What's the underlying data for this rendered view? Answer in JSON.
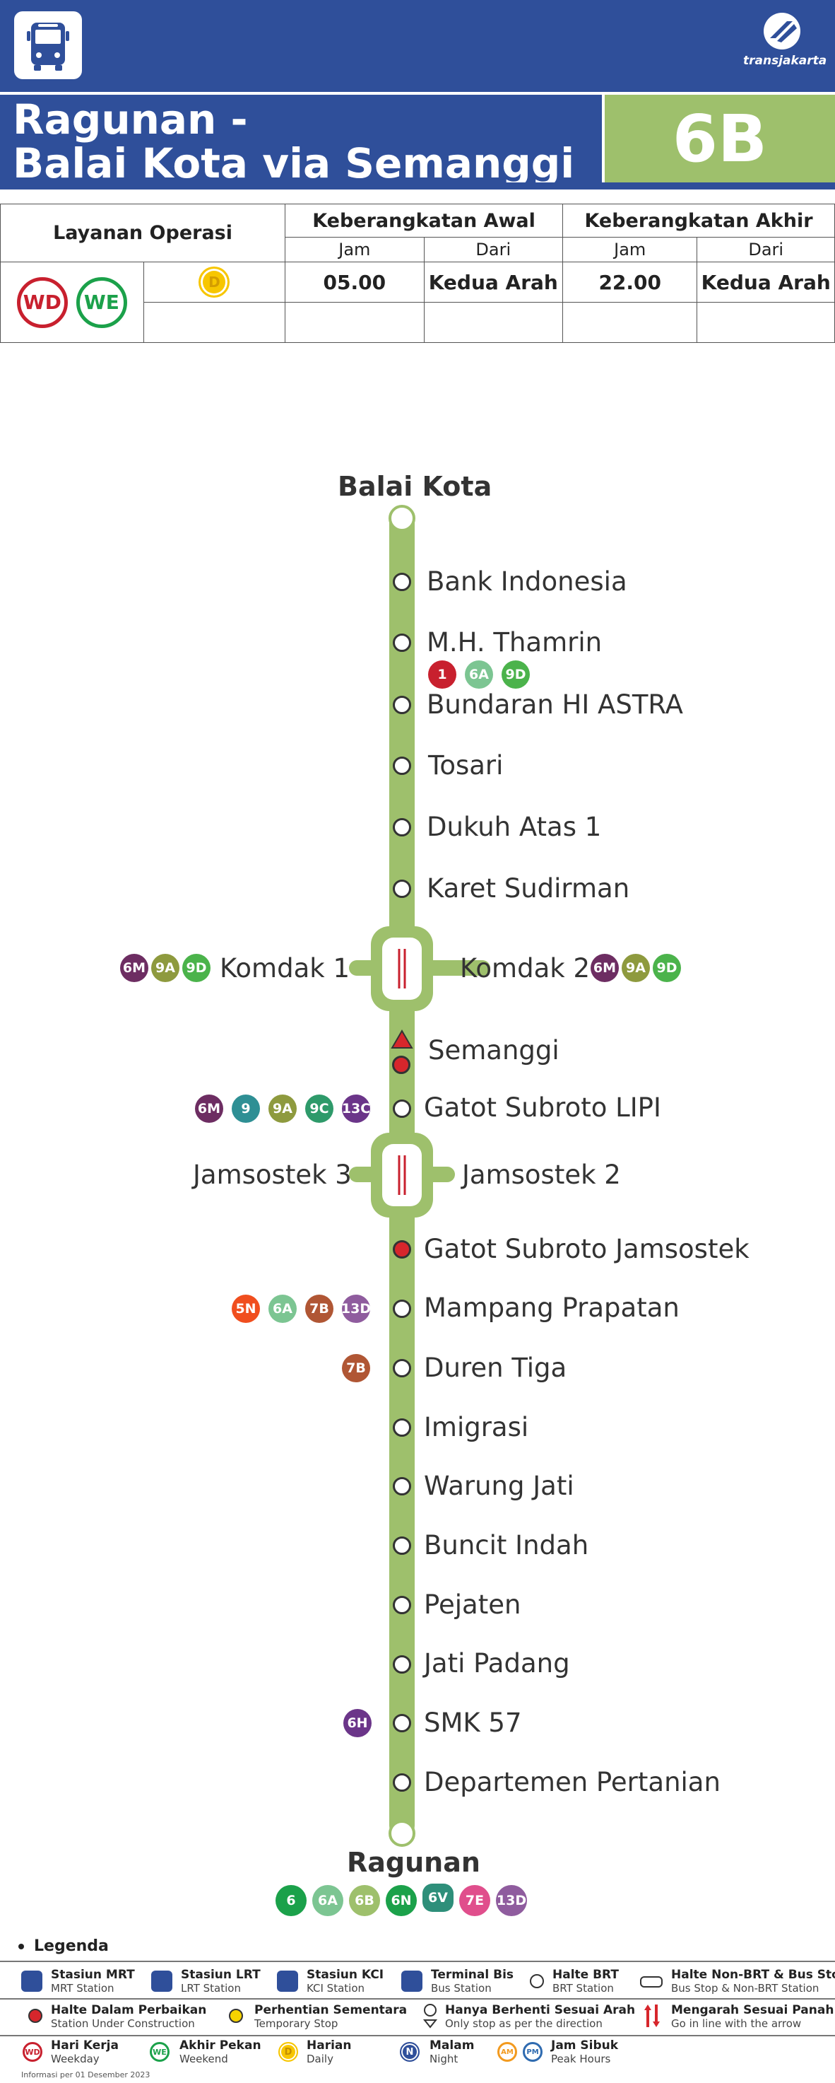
{
  "header": {
    "brand": "transjakarta",
    "title_line1": "Ragunan -",
    "title_line2": "Balai Kota via Semanggi",
    "route_code": "6B",
    "route_color": "#9ec06c",
    "brand_color": "#2f4f9a"
  },
  "schedule": {
    "service_label": "Layanan Operasi",
    "first_departure": "Keberangkatan Awal",
    "last_departure": "Keberangkatan Akhir",
    "col_time": "Jam",
    "col_from": "Dari",
    "first_time": "05.00",
    "first_from": "Kedua Arah",
    "last_time": "22.00",
    "last_from": "Kedua Arah",
    "badges": [
      "WD",
      "WE",
      "D"
    ]
  },
  "terminals": {
    "north": "Balai Kota",
    "south": "Ragunan",
    "south_routes": [
      "6",
      "6A",
      "6B",
      "6N",
      "6V",
      "7E",
      "13D"
    ]
  },
  "stations": [
    {
      "name": "Bank Indonesia"
    },
    {
      "name": "M.H. Thamrin",
      "routes": [
        "1",
        "6A",
        "9D"
      ]
    },
    {
      "name": "Bundaran HI ASTRA"
    },
    {
      "name": "Tosari"
    },
    {
      "name": "Dukuh Atas 1"
    },
    {
      "name": "Karet Sudirman"
    },
    {
      "name": "Komdak 1",
      "pair": "Komdak 2",
      "routes_left": [
        "6M",
        "9A",
        "9D"
      ],
      "routes_right": [
        "6M",
        "9A",
        "9D"
      ]
    },
    {
      "name": "Semanggi"
    },
    {
      "name": "Gatot Subroto LIPI",
      "routes": [
        "6M",
        "9",
        "9A",
        "9C",
        "13C"
      ]
    },
    {
      "name": "Jamsostek 3",
      "pair": "Jamsostek 2"
    },
    {
      "name": "Gatot Subroto Jamsostek"
    },
    {
      "name": "Mampang Prapatan",
      "routes": [
        "5N",
        "6A",
        "7B",
        "13D"
      ]
    },
    {
      "name": "Duren Tiga",
      "routes": [
        "7B"
      ]
    },
    {
      "name": "Imigrasi"
    },
    {
      "name": "Warung Jati"
    },
    {
      "name": "Buncit Indah"
    },
    {
      "name": "Pejaten"
    },
    {
      "name": "Jati Padang"
    },
    {
      "name": "SMK 57",
      "routes": [
        "6H"
      ]
    },
    {
      "name": "Departemen Pertanian"
    }
  ],
  "legend": {
    "title": "Legenda",
    "items": [
      {
        "t": "Stasiun MRT",
        "s": "MRT Station"
      },
      {
        "t": "Stasiun LRT",
        "s": "LRT Station"
      },
      {
        "t": "Stasiun KCI",
        "s": "KCI Station"
      },
      {
        "t": "Terminal Bis",
        "s": "Bus Station"
      },
      {
        "t": "Halte BRT",
        "s": "BRT Station"
      },
      {
        "t": "Halte Non-BRT & Bus Stop",
        "s": "Bus Stop & Non-BRT Station"
      },
      {
        "t": "Halte Dalam Perbaikan",
        "s": "Station Under Construction"
      },
      {
        "t": "Perhentian Sementara",
        "s": "Temporary Stop"
      },
      {
        "t": "Hanya Berhenti Sesuai Arah",
        "s": "Only stop as per the direction"
      },
      {
        "t": "Mengarah Sesuai Panah",
        "s": "Go in line with the arrow"
      },
      {
        "t": "Hari Kerja",
        "s": "Weekday"
      },
      {
        "t": "Akhir Pekan",
        "s": "Weekend"
      },
      {
        "t": "Harian",
        "s": "Daily"
      },
      {
        "t": "Malam",
        "s": "Night"
      },
      {
        "t": "Jam Sibuk",
        "s": "Peak Hours"
      }
    ],
    "footer": "Informasi per 01 Desember 2023"
  }
}
